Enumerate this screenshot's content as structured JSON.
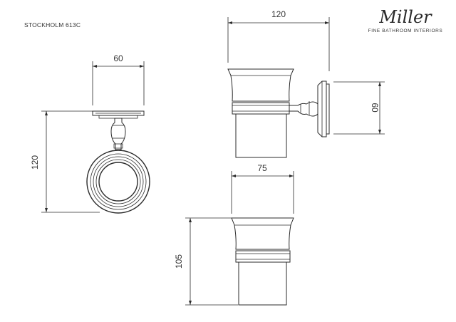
{
  "header": {
    "product_name": "STOCKHOLM 613C"
  },
  "brand": {
    "logo_text": "Miller",
    "tagline": "FINE BATHROOM INTERIORS"
  },
  "dimensions": {
    "front_width": "60",
    "front_height": "120",
    "side_width": "120",
    "side_plate_height": "60",
    "cup_diameter": "75",
    "cup_height": "105"
  }
}
